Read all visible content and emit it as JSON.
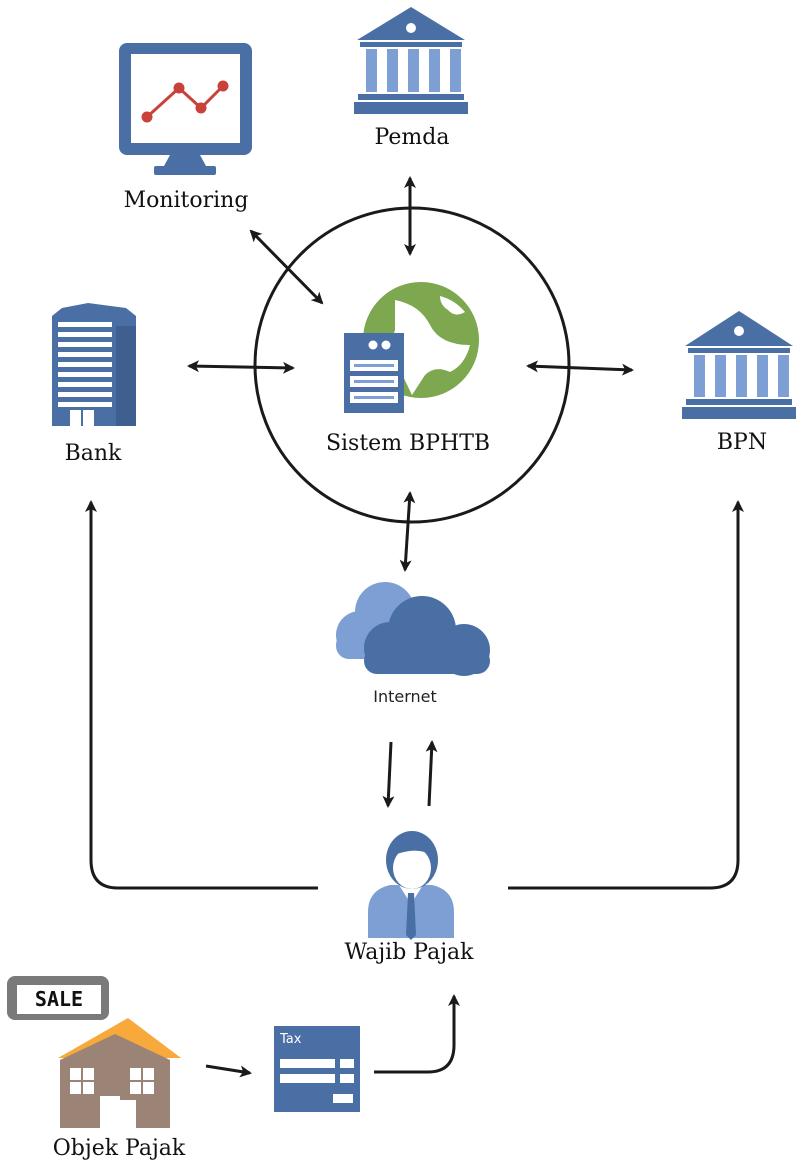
{
  "labels": {
    "monitoring": "Monitoring",
    "pemda": "Pemda",
    "bank": "Bank",
    "bpn": "BPN",
    "sistem": "Sistem BPHTB",
    "internet": "Internet",
    "wajib_pajak": "Wajib Pajak",
    "objek_pajak": "Objek Pajak",
    "sale_tag": "SALE",
    "tax_form": "Tax"
  },
  "icons": {
    "monitoring": "monitor-chart-icon",
    "pemda": "government-building-icon",
    "bank": "office-tower-icon",
    "bpn": "government-building-icon",
    "sistem": "server-globe-icon",
    "internet": "cloud-icon",
    "wajib_pajak": "person-icon",
    "objek_pajak": "house-icon",
    "tax_form": "tax-document-icon"
  },
  "colors": {
    "primary_blue": "#4a6fa5",
    "light_blue": "#7d9fd4",
    "globe_green": "#7ea84f",
    "chart_red": "#c9423a",
    "roof_orange": "#f7a93b",
    "house_brown": "#9b8375",
    "tag_gray": "#7a7a7a",
    "arrow": "#1a1a1a"
  }
}
